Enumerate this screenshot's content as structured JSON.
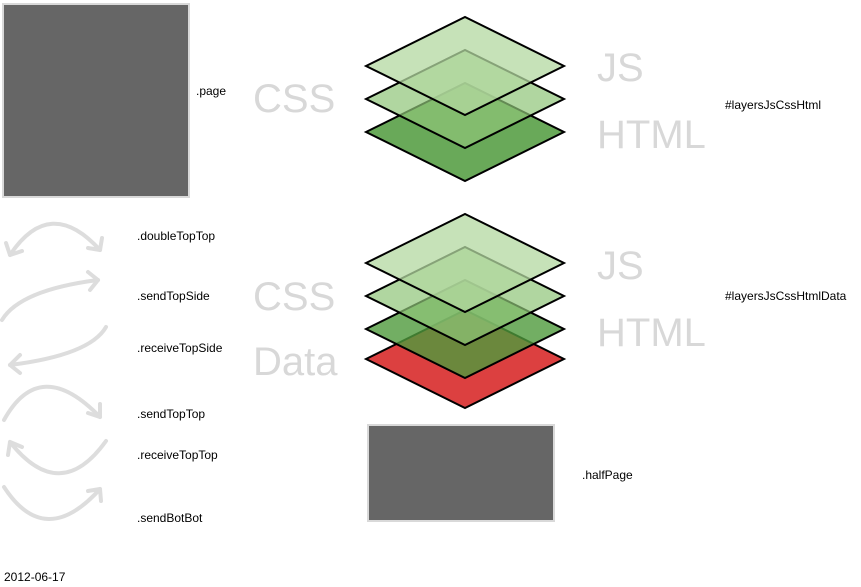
{
  "labels": {
    "page": ".page",
    "halfPage": ".halfPage",
    "layersJsCssHtml": "#layersJsCssHtml",
    "layersJsCssHtmlData": "#layersJsCssHtmlData",
    "doubleTopTop": ".doubleTopTop",
    "sendTopSide": ".sendTopSide",
    "receiveTopSide": ".receiveTopSide",
    "sendTopTop": ".sendTopTop",
    "receiveTopTop": ".receiveTopTop",
    "sendBotBot": ".sendBotBot",
    "date": "2012-06-17"
  },
  "stack1": {
    "css": "CSS",
    "js": "JS",
    "html": "HTML"
  },
  "stack2": {
    "css": "CSS",
    "data": "Data",
    "js": "JS",
    "html": "HTML"
  },
  "colors": {
    "box_fill": "#666666",
    "box_border": "#d9d9d9",
    "layer_light": "#b3d8a0",
    "layer_mid": "#8ec477",
    "layer_dark": "#4f9a3c",
    "layer_red": "#dc4040",
    "big_text": "#d8d8d8",
    "arrow": "#dddddd"
  }
}
